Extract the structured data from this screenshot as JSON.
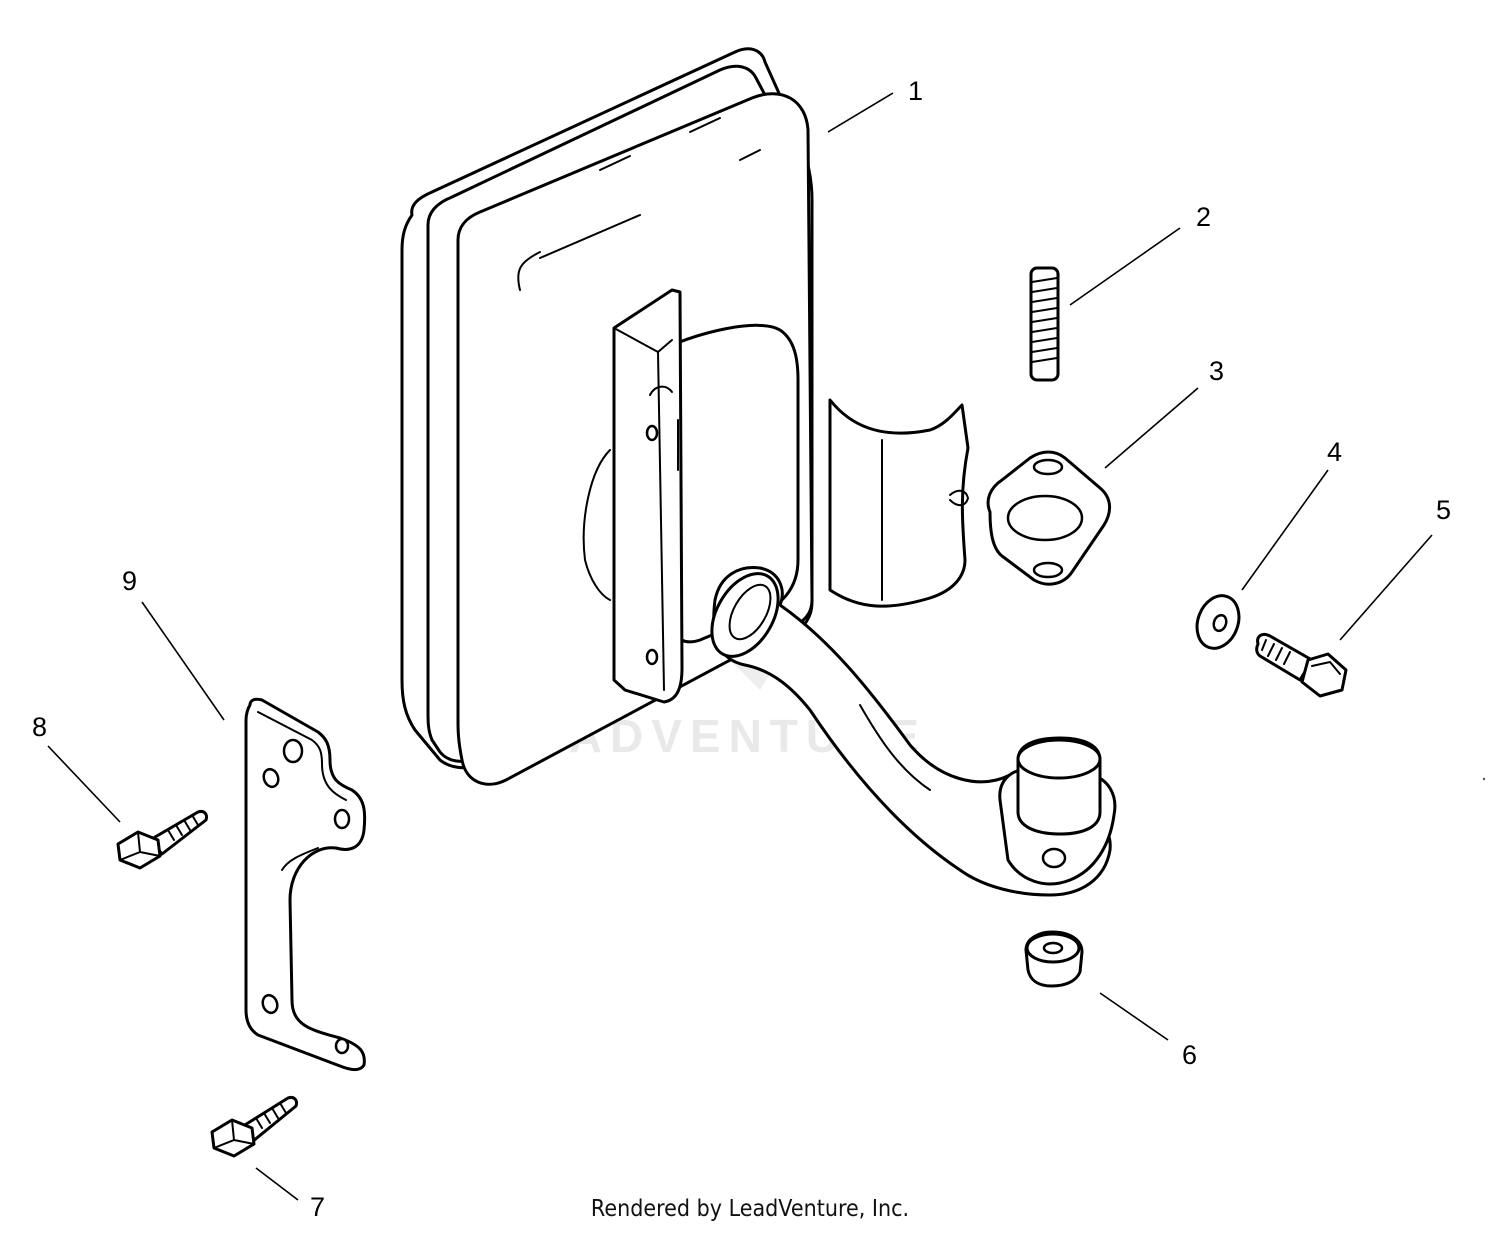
{
  "diagram": {
    "callouts": [
      {
        "id": "1",
        "label": "1"
      },
      {
        "id": "2",
        "label": "2"
      },
      {
        "id": "3",
        "label": "3"
      },
      {
        "id": "4",
        "label": "4"
      },
      {
        "id": "5",
        "label": "5"
      },
      {
        "id": "6",
        "label": "6"
      },
      {
        "id": "7",
        "label": "7"
      },
      {
        "id": "8",
        "label": "8"
      },
      {
        "id": "9",
        "label": "9"
      }
    ],
    "watermark": "LEADVENTURE",
    "credit": "Rendered by LeadVenture, Inc."
  }
}
